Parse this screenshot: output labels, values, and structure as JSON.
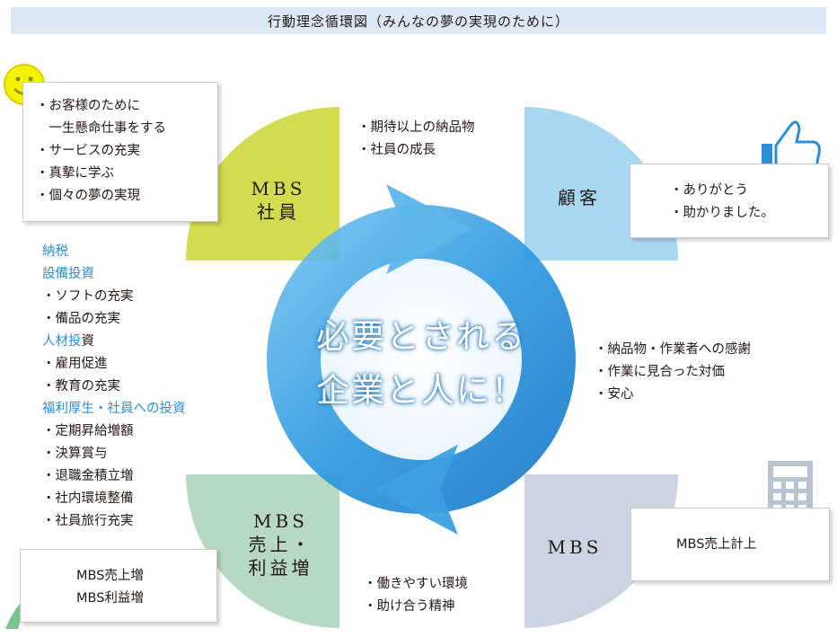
{
  "title": "行動理念循環図（みんなの夢の実現のために）",
  "center_lines": [
    "必要とされる",
    "企業と人に！"
  ],
  "quadrants": {
    "employees": {
      "label_lines": [
        "MBS",
        "社員"
      ]
    },
    "customer": {
      "label_lines": [
        "顧客"
      ]
    },
    "mbs": {
      "label_lines": [
        "MBS"
      ]
    },
    "profit": {
      "label_lines": [
        "MBS",
        "売上・",
        "利益増"
      ]
    }
  },
  "employee_box": [
    "・お客様のために",
    "　一生懸命仕事をする",
    "・サービスの充実",
    "・真摯に学ぶ",
    "・個々の夢の実現"
  ],
  "customer_box": [
    "・ありがとう",
    "・助かりました。"
  ],
  "mbs_box": [
    "MBS売上計上"
  ],
  "profit_box": [
    "MBS売上増",
    "MBS利益増"
  ],
  "top_arrow_notes": [
    "・期待以上の納品物",
    "・社員の成長"
  ],
  "right_notes": [
    "・納品物・作業者への感謝",
    "・作業に見合った対価",
    "・安心"
  ],
  "bottom_notes": [
    "・働きやすい環境",
    "・助け合う精神"
  ],
  "left_list": [
    {
      "text": "納税",
      "blue": true
    },
    {
      "text": "設備投資",
      "blue": true
    },
    {
      "text": "・ソフトの充実",
      "blue": false
    },
    {
      "text": "・備品の充実",
      "blue": false
    },
    {
      "text_blue": "人材投",
      "text_rest": "資"
    },
    {
      "text": "・雇用促進",
      "blue": false
    },
    {
      "text": "・教育の充実",
      "blue": false
    },
    {
      "text": "福利厚生・社員への投資",
      "blue": true
    },
    {
      "text": "・定期昇給増額",
      "blue": false
    },
    {
      "text": "・決算賞与",
      "blue": false
    },
    {
      "text": "・退職金積立増",
      "blue": false
    },
    {
      "text": "・社内環境整備",
      "blue": false
    },
    {
      "text": "・社員旅行充実",
      "blue": false
    }
  ],
  "colors": {
    "employees_quadrant": "#d3dc4e",
    "customer_quadrant": "#a9d8f3",
    "mbs_quadrant": "#cbd5e1",
    "profit_quadrant": "#b7d8c3",
    "ring": "#2b8fd6",
    "accent_text": "#2b8fd6",
    "smiley": "#e6e200"
  },
  "icons": [
    "smiley-icon",
    "thumbs-up-icon",
    "calculator-icon",
    "growth-arrow-icon"
  ]
}
